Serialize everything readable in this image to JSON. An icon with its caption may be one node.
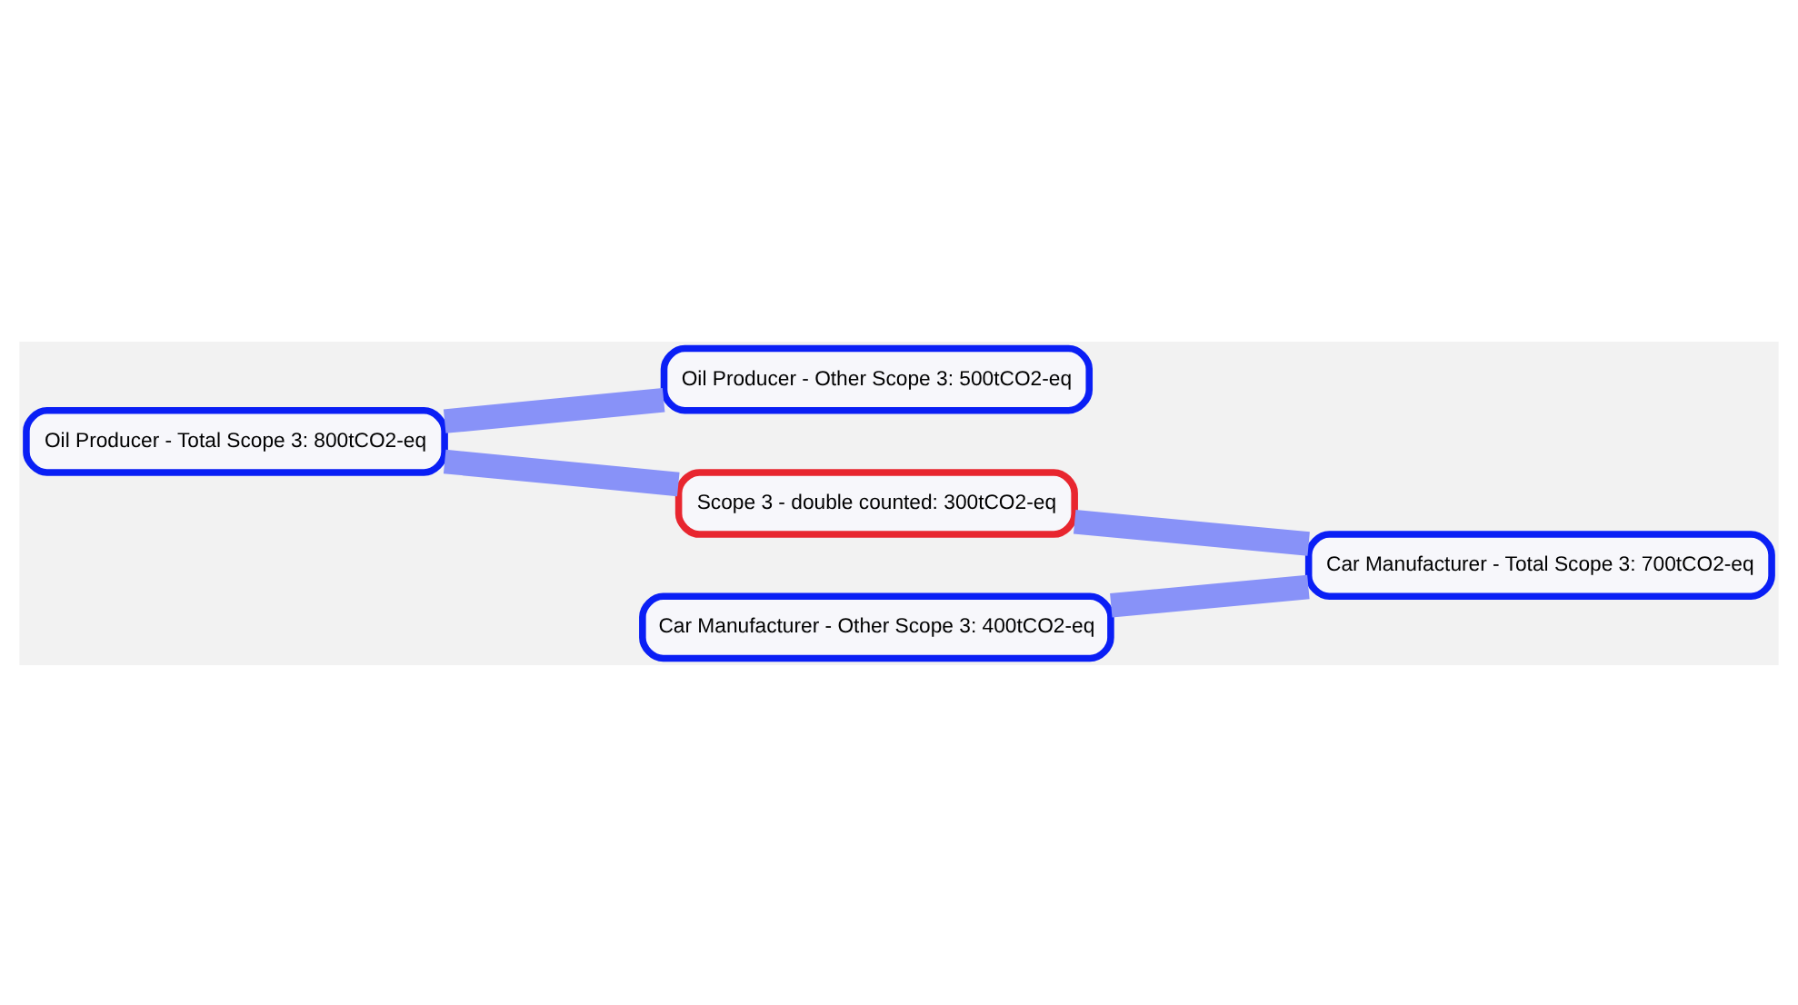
{
  "diagram": {
    "nodes": [
      {
        "text": [
          "Oil Producer - Other Scope 3: 500tCO2-eq"
        ]
      },
      {
        "text": [
          "Oil Producer - Total Scope 3: 800tCO2-eq"
        ]
      },
      {
        "text": [
          "Scope 3 - double counted: 300tCO2-eq"
        ]
      },
      {
        "text": [
          "Car Manufacturer - Total Scope 3: 700tCO2-eq"
        ]
      },
      {
        "text": [
          "Car Manufacturer - Other Scope 3: 400tCO2-eq"
        ]
      }
    ],
    "edges": [
      {
        "from": 1,
        "to": 0,
        "arrow": "none"
      },
      {
        "from": 1,
        "to": 2,
        "arrow": "none"
      },
      {
        "from": 2,
        "to": 3,
        "arrow": "none"
      },
      {
        "from": 4,
        "to": 3,
        "arrow": "none"
      }
    ]
  }
}
